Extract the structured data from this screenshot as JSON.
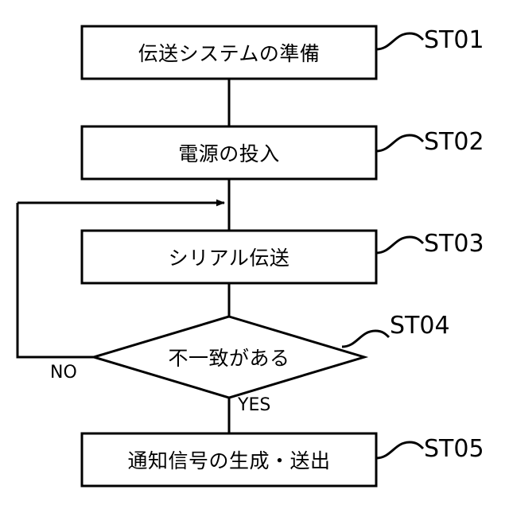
{
  "diagram": {
    "type": "flowchart",
    "background_color": "#ffffff",
    "line_color": "#000000",
    "nodes": [
      {
        "id": "ST01",
        "shape": "rectangle",
        "label": "伝送システムの準備",
        "tag": "ST01"
      },
      {
        "id": "ST02",
        "shape": "rectangle",
        "label": "電源の投入",
        "tag": "ST02"
      },
      {
        "id": "ST03",
        "shape": "rectangle",
        "label": "シリアル伝送",
        "tag": "ST03"
      },
      {
        "id": "ST04",
        "shape": "diamond",
        "label": "不一致がある",
        "tag": "ST04"
      },
      {
        "id": "ST05",
        "shape": "rectangle",
        "label": "通知信号の生成・送出",
        "tag": "ST05"
      }
    ],
    "edge_labels": {
      "no": "NO",
      "yes": "YES"
    }
  }
}
